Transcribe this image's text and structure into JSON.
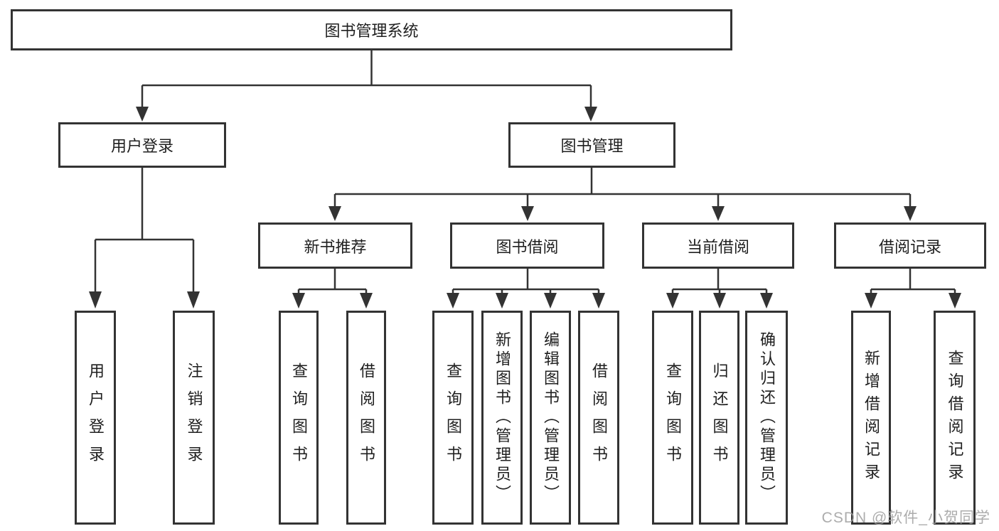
{
  "tree": {
    "root": {
      "label": "图书管理系统"
    },
    "branches": [
      {
        "label": "用户登录",
        "leaves": [
          {
            "label": "用户登录"
          },
          {
            "label": "注销登录"
          }
        ]
      },
      {
        "label": "图书管理",
        "groups": [
          {
            "label": "新书推荐",
            "leaves": [
              {
                "label": "查询图书"
              },
              {
                "label": "借阅图书"
              }
            ]
          },
          {
            "label": "图书借阅",
            "leaves": [
              {
                "label": "查询图书"
              },
              {
                "label": "新增图书（管理员）"
              },
              {
                "label": "编辑图书（管理员）"
              },
              {
                "label": "借阅图书"
              }
            ]
          },
          {
            "label": "当前借阅",
            "leaves": [
              {
                "label": "查询图书"
              },
              {
                "label": "归还图书"
              },
              {
                "label": "确认归还（管理员）"
              }
            ]
          },
          {
            "label": "借阅记录",
            "leaves": [
              {
                "label": "新增借阅记录"
              },
              {
                "label": "查询借阅记录"
              }
            ]
          }
        ]
      }
    ]
  },
  "watermark": {
    "text": "CSDN @软件_小贺同学"
  },
  "colors": {
    "line": "#333333",
    "text": "#1f1f1f",
    "background": "#ffffff",
    "watermark": "#9e9e9e"
  }
}
